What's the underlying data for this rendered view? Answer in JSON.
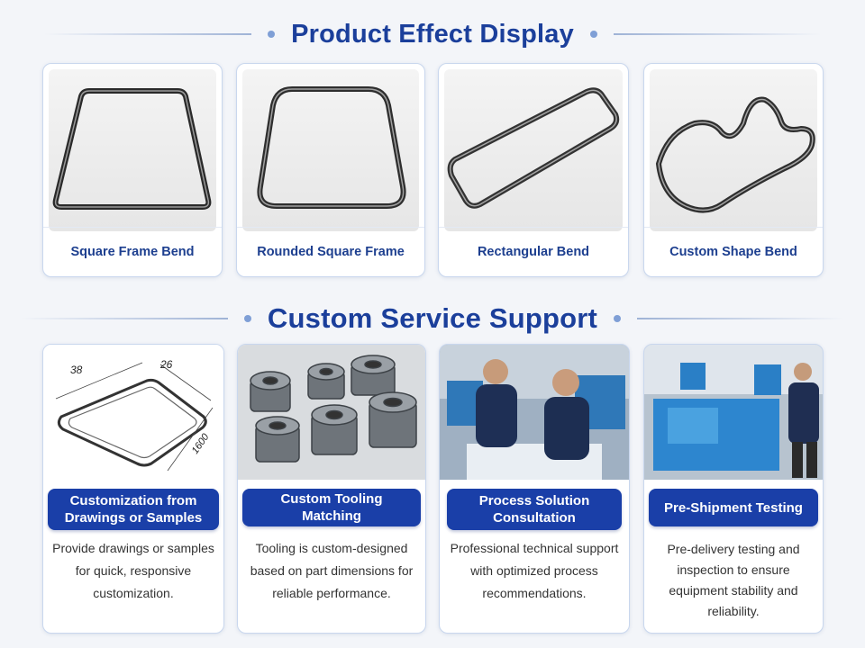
{
  "section1": {
    "title": "Product Effect Display"
  },
  "products": [
    {
      "label": "Square Frame Bend",
      "icon": "square-frame-bend-image"
    },
    {
      "label": "Rounded Square Frame",
      "icon": "rounded-square-frame-image"
    },
    {
      "label": "Rectangular Bend",
      "icon": "rectangular-bend-image"
    },
    {
      "label": "Custom Shape Bend",
      "icon": "custom-shape-bend-image"
    }
  ],
  "section2": {
    "title": "Custom Service Support"
  },
  "services": [
    {
      "title": "Customization from Drawings or Samples",
      "description": "Provide drawings or samples for quick, responsive customization.",
      "drawing_labels": [
        "38",
        "26",
        "1600"
      ]
    },
    {
      "title": "Custom Tooling Matching",
      "description": "Tooling is custom-designed based on part dimensions for reliable performance."
    },
    {
      "title": "Process Solution Consultation",
      "description": "Professional technical support with optimized process recommendations."
    },
    {
      "title": "Pre-Shipment Testing",
      "description": "Pre-delivery testing and inspection to ensure equipment stability and reliability."
    }
  ],
  "colors": {
    "accent": "#1a3fa8",
    "title": "#1b3f9b",
    "caption": "#1d3f8f",
    "border": "#c9d7ee"
  }
}
